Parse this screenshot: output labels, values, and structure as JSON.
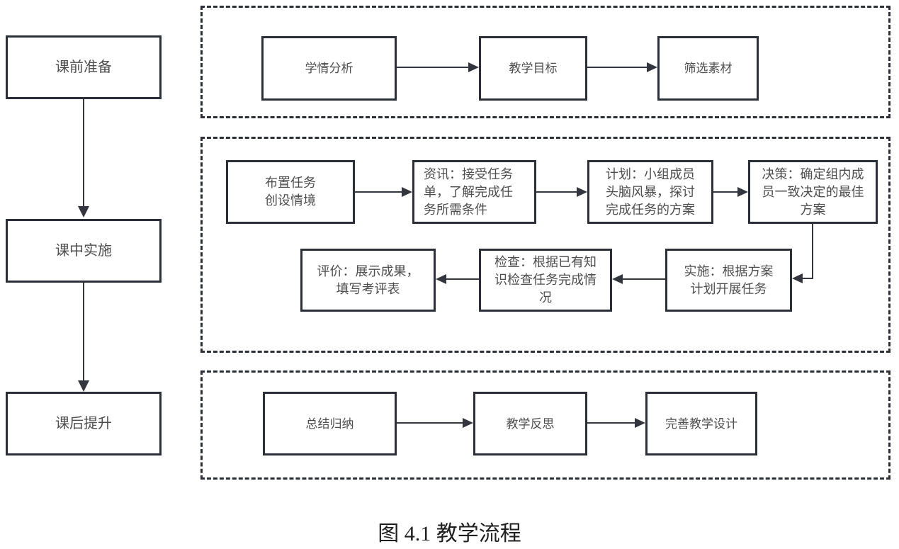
{
  "figure_caption": "图 4.1  教学流程",
  "colors": {
    "box_border": "#2b2f38",
    "dashed_border": "#2b2f38",
    "arrow": "#33363e",
    "text": "#4d4d4d",
    "background": "#ffffff"
  },
  "stages": {
    "pre_class": "课前准备",
    "in_class": "课中实施",
    "after_class": "课后提升"
  },
  "prep_group": {
    "analysis": "学情分析",
    "objective": "教学目标",
    "material": "筛选素材"
  },
  "implement_group": {
    "assign": "布置任务\n创设情境",
    "info": "资讯：接受任务\n单，了解完成任\n务所需条件",
    "plan": "计划：小组成员\n头脑风暴，探讨\n完成任务的方案",
    "decide": "决策：确定组内成\n员一致决定的最佳\n方案",
    "implement": "实施：根据方案\n计划开展任务",
    "check": "检查：根据已有知\n识检查任务完成情\n况",
    "evaluate": "评价：展示成果，\n填写考评表"
  },
  "post_group": {
    "summary": "总结归纳",
    "reflect": "教学反思",
    "improve": "完善教学设计"
  }
}
